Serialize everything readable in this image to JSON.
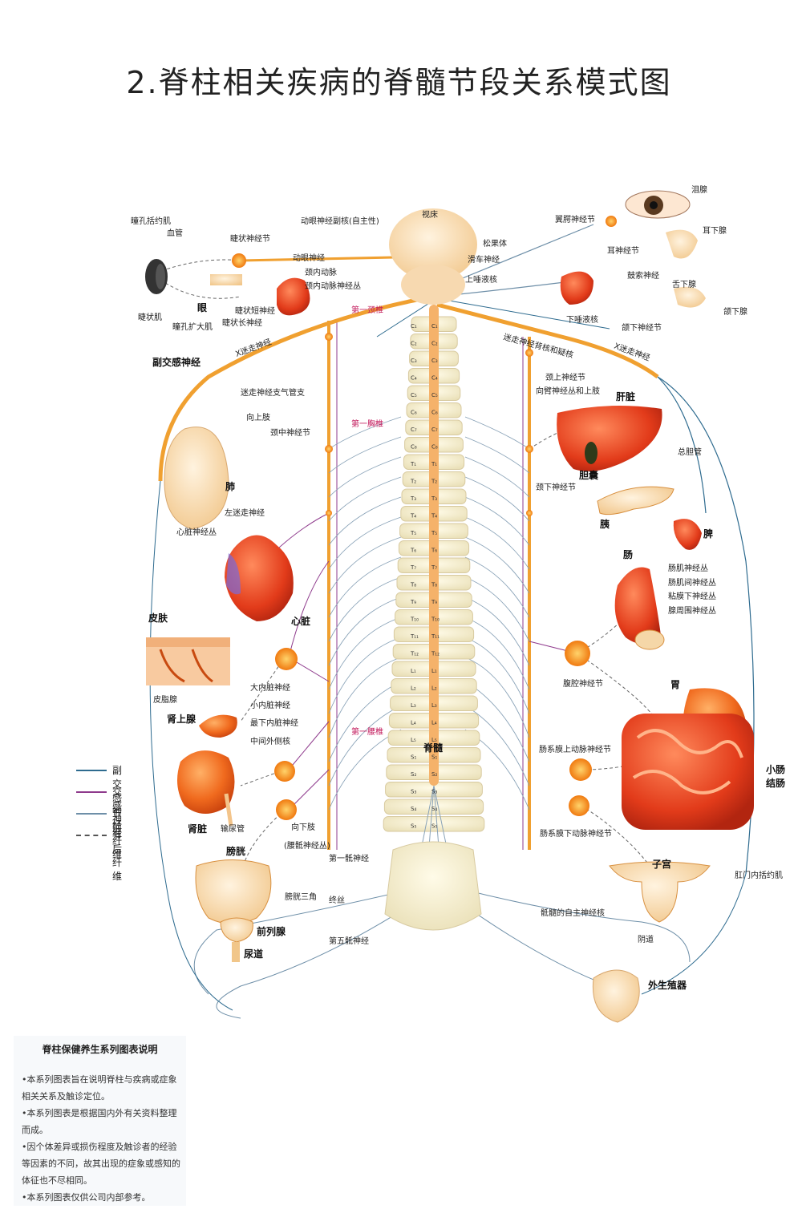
{
  "title": "2.脊柱相关疾病的脊髓节段关系模式图",
  "labels": {
    "pupil_sphincter": "瞳孔括约肌",
    "blood_vessel": "血管",
    "ciliary_ganglion": "睫状神经节",
    "oculomotor_accessory": "动眼神经副核(自主性)",
    "thalamus": "视床",
    "pineal": "松果体",
    "trochlear": "滑车神经",
    "oculomotor": "动眼神经",
    "internal_carotid": "颈内动脉",
    "internal_carotid_plexus": "颈内动脉神经丛",
    "superior_salivary": "上唾液核",
    "ciliary_muscle": "睫状肌",
    "eye": "眼",
    "short_ciliary": "睫状短神经",
    "pupil_dilator": "瞳孔扩大肌",
    "long_ciliary": "睫状长神经",
    "first_cervical": "第一颈椎",
    "pterygopalatine": "翼腭神经节",
    "lacrimal": "泪腺",
    "parotid": "耳下腺",
    "otic_ganglion": "耳神经节",
    "chorda_tympani": "鼓索神经",
    "sublingual": "舌下腺",
    "submandibular_gland": "颌下腺",
    "inferior_salivary": "下唾液核",
    "submandibular_ganglion": "颌下神经节",
    "vagus_left": "X迷走神经",
    "vagus_right": "X迷走神经",
    "vagus_nucleus": "迷走神经背核和疑核",
    "parasympathetic": "副交感神经",
    "vagus_bronchial": "迷走神经支气管支",
    "upward_limb": "向上肢",
    "middle_cervical": "颈中神经节",
    "first_thoracic": "第一胸椎",
    "superior_cervical": "颈上神经节",
    "brachial": "向臂神经丛和上肢",
    "liver": "肝脏",
    "gallbladder": "胆囊",
    "common_bile": "总胆管",
    "lung": "肺",
    "inferior_cervical": "颈下神经节",
    "left_vagus": "左迷走神经",
    "cardiac_plexus": "心脏神经丛",
    "pancreas": "胰",
    "spleen": "脾",
    "heart": "心脏",
    "intestine": "肠",
    "myenteric": "肠肌神经丛",
    "intermuscular": "肠肌间神经丛",
    "submucosal": "粘膜下神经丛",
    "periglandular": "腺周围神经丛",
    "skin": "皮肤",
    "sebaceous": "皮脂腺",
    "celiac": "腹腔神经节",
    "greater_splanchnic": "大内脏神经",
    "lesser_splanchnic": "小内脏神经",
    "stomach": "胃",
    "adrenal": "肾上腺",
    "least_splanchnic": "最下内脏神经",
    "intermediolateral": "中间外侧核",
    "first_lumbar": "第一腰椎",
    "spinal_cord": "脊髓",
    "superior_mesenteric": "肠系膜上动脉神经节",
    "small_intestine": "小肠",
    "colon": "结肠",
    "kidney": "肾脏",
    "ureter": "输尿管",
    "to_lower_limb": "向下肢",
    "lumbosacral": "(腰骶神经丛)",
    "inferior_mesenteric": "肠系膜下动脉神经节",
    "bladder": "膀胱",
    "first_sacral": "第一骶神经",
    "uterus": "子宫",
    "anal_sphincter": "肛门内括约肌",
    "trigone": "膀胱三角",
    "filum": "终丝",
    "sacral_autonomic": "骶髓的自主神经核",
    "prostate": "前列腺",
    "vagina": "阴道",
    "urethra": "尿道",
    "fifth_sacral": "第五骶神经",
    "genitals": "外生殖器"
  },
  "vertebra_labels": [
    "C₁",
    "C₂",
    "C₃",
    "C₄",
    "C₅",
    "C₆",
    "C₇",
    "C₈",
    "T₁",
    "T₂",
    "T₃",
    "T₄",
    "T₅",
    "T₆",
    "T₇",
    "T₈",
    "T₉",
    "T₁₀",
    "T₁₁",
    "T₁₂",
    "L₁",
    "L₂",
    "L₃",
    "L₄",
    "L₅",
    "S₁",
    "S₂",
    "S₃",
    "S₄",
    "S₅"
  ],
  "legend": [
    {
      "label": "副交感神经",
      "color": "#2e6b8f",
      "style": "solid"
    },
    {
      "label": "交感神经",
      "color": "#8e3a8c",
      "style": "solid"
    },
    {
      "label": "节前纤维",
      "color": "#6e8fa8",
      "style": "solid"
    },
    {
      "label": "节后纤维",
      "color": "#555555",
      "style": "dashed"
    }
  ],
  "note": {
    "title": "脊柱保健养生系列图表说明",
    "items": [
      "•本系列图表旨在说明脊柱与疾病或症象相关关系及触诊定位。",
      "•本系列图表是根据国内外有关资料整理而成。",
      "•因个体差异或损伤程度及触诊者的经验等因素的不同，故其出现的症象或感知的体征也不尽相同。",
      "•本系列图表仅供公司内部参考。"
    ]
  }
}
